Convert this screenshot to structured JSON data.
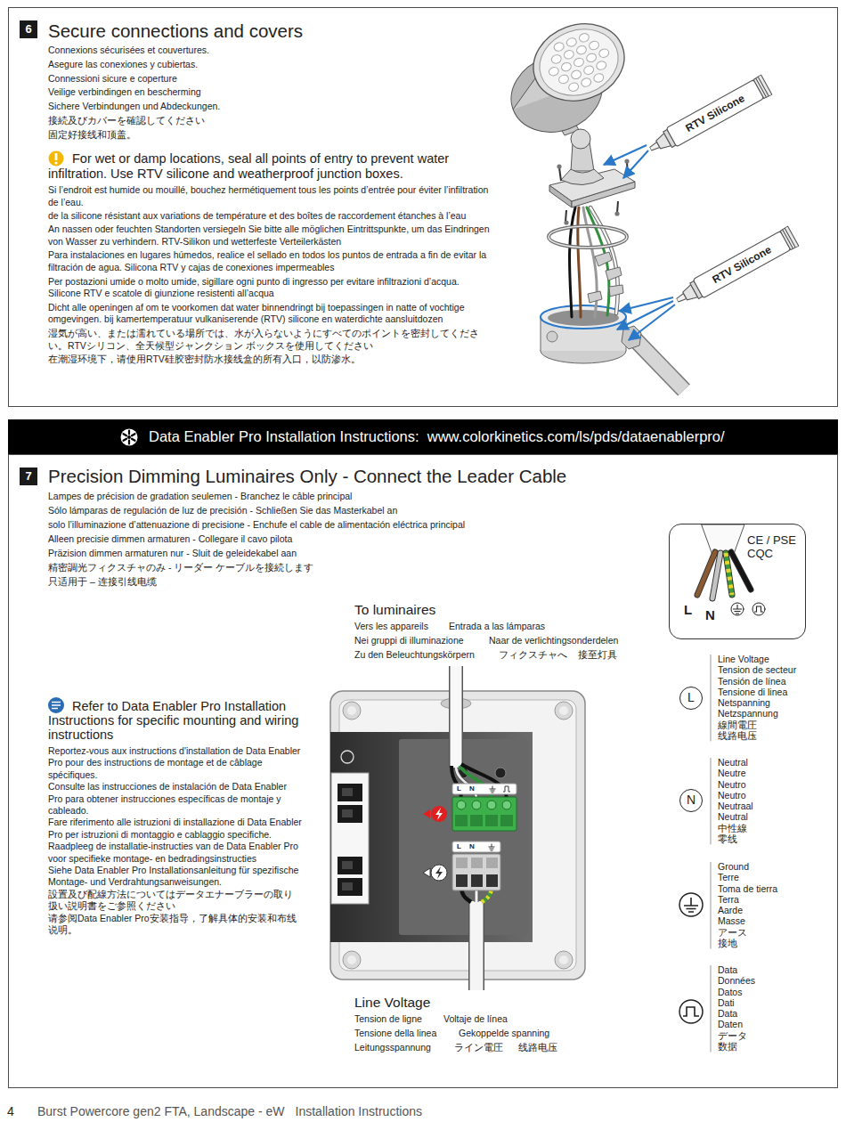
{
  "diagram": {
    "nodes": [
      {
        "text": [
          "Secure connections and covers",
          "Connexions sécurisées et couvertures.",
          "Asegure las conexiones y cubiertas.",
          "Connessioni sicure e coperture",
          "Veilige verbindingen en bescherming",
          "Sichere Verbindungen und Abdeckungen.",
          "接続及びカバーを確認してください",
          "固定好接线和顶盖。",
          "For wet or damp locations, seal all points of entry to prevent water infiltration. Use RTV silicone and weatherproof junction boxes.",
          "Si l’endroit est humide ou mouillé, bouchez hermétiquement tous les points d’entrée pour éviter l’infiltration de l’eau.",
          "de la silicone résistant aux variations de température et des boîtes de raccordement étanches à l’eau",
          "An nassen oder feuchten Standorten versiegeln Sie bitte alle möglichen Eintrittspunkte, um das Eindringen von Wasser zu verhindern. RTV-Silikon und wetterfeste Verteilerkästen",
          "Para instalaciones en lugares húmedos, realice el sellado en todos los puntos de entrada a fin de evitar la filtración de agua. Silicona RTV y cajas de conexiones impermeables",
          "Per postazioni umide o molto umide, sigillare ogni punto di ingresso per evitare infiltrazioni d’acqua. Silicone RTV e scatole di giunzione resistenti all’acqua",
          "Dicht alle openingen af om te voorkomen dat water binnendringt bij toepassingen in natte of vochtige omgevingen. bij kamertemperatuur vulkaniserende (RTV) silicone en waterdichte aansluitdozen",
          "湿気が高い、または濡れている場所では、水が入らないようにすべてのポイントを密封してください。RTVシリコン、全天候型ジャンクション ボックスを使用してください",
          "在潮湿环境下，请使用RTV硅胶密封防水接线盒的所有入口，以防渗水。"
        ]
      },
      {
        "text": [
          "6"
        ],
        "in": 0
      },
      {
        "text": [
          "RTV Silicone"
        ],
        "in": 0
      },
      {
        "text": [
          "RTV Silicone"
        ],
        "in": 0
      },
      {
        "text": [
          "Data Enabler Pro Installation Instructions:  www.colorkinetics.com/ls/pds/dataenablerpro/"
        ]
      },
      {
        "text": [
          "Precision Dimming Luminaires Only - Connect the Leader Cable",
          "Lampes de précision de gradation seulemen - Branchez le câble principal",
          "Sólo lámparas de regulación de luz de precisión - Schließen Sie das Masterkabel an",
          "solo l’illuminazione d’attenuazione di precisione - Enchufe el cable de alimentación eléctrica principal",
          "Alleen precisie dimmen armaturen - Collegare il cavo pilota",
          "Präzision dimmen armaturen nur - Sluit de geleidekabel aan",
          "精密調光フィクスチャのみ - リーダー ケーブルを接続します",
          "只适用于 – 连接引线电缆",
          "Refer to Data Enabler Pro Installation Instructions for specific mounting and wiring instructions",
          "Reportez-vous aux instructions d'installation de Data Enabler Pro pour des instructions de montage et de câblage spécifiques.",
          "Consulte las instrucciones de instalación de Data Enabler Pro para obtener instrucciones específicas de montaje y cableado.",
          "Fare riferimento alle istruzioni di installazione di Data Enabler Pro per istruzioni di montaggio e cablaggio specifiche.",
          "Raadpleeg de installatie-instructies van de Data Enabler Pro voor specifieke montage- en bedradingsinstructies",
          "Siehe Data Enabler Pro Installationsanleitung für spezifische Montage- und Verdrahtungsanweisungen.",
          "設置及び配線方法についてはデータエナーブラーの取り扱い説明書をご参照ください",
          "请参阅Data Enabler Pro安装指导，了解具体的安装和布线说明。"
        ]
      },
      {
        "text": [
          "7"
        ],
        "in": 5
      },
      {
        "text": [
          "CE / PSE CQC",
          "L",
          "N"
        ],
        "in": 5
      },
      {
        "text": [
          "L",
          "Line Voltage",
          "Tension de secteur",
          "Tensión de línea",
          "Tensione di linea",
          "Netspanning",
          "Netzspannung",
          "線間電圧",
          "线路电压"
        ],
        "in": 5
      },
      {
        "text": [
          "N",
          "Neutral",
          "Neutre",
          "Neutro",
          "Neutro",
          "Neutraal",
          "Neutral",
          "中性線",
          "零线"
        ],
        "in": 5
      },
      {
        "text": [
          "Ground",
          "Terre",
          "Toma de tierra",
          "Terra",
          "Aarde",
          "Masse",
          "アース",
          "接地"
        ],
        "in": 5
      },
      {
        "text": [
          "Data",
          "Données",
          "Datos",
          "Dati",
          "Data",
          "Daten",
          "データ",
          "数据"
        ],
        "in": 5
      }
    ],
    "labels": [
      "To luminaires",
      "Vers les appareils",
      "Entrada a las lámparas",
      "Nei gruppi di illuminazione",
      "Naar de verlichtingsonderdelen",
      "Zu den Beleuchtungskörpern",
      "フィクスチャへ",
      "接至灯具",
      "L",
      "N",
      "L",
      "N",
      "Line Voltage",
      "Tension de ligne",
      "Voltaje de línea",
      "Tensione della linea",
      "Gekoppelde spanning",
      "Leitungsspannung",
      "ライン電圧",
      "线路电压",
      "4",
      "Burst Powercore gen2 FTA, Landscape - eW",
      "Installation Instructions"
    ]
  }
}
